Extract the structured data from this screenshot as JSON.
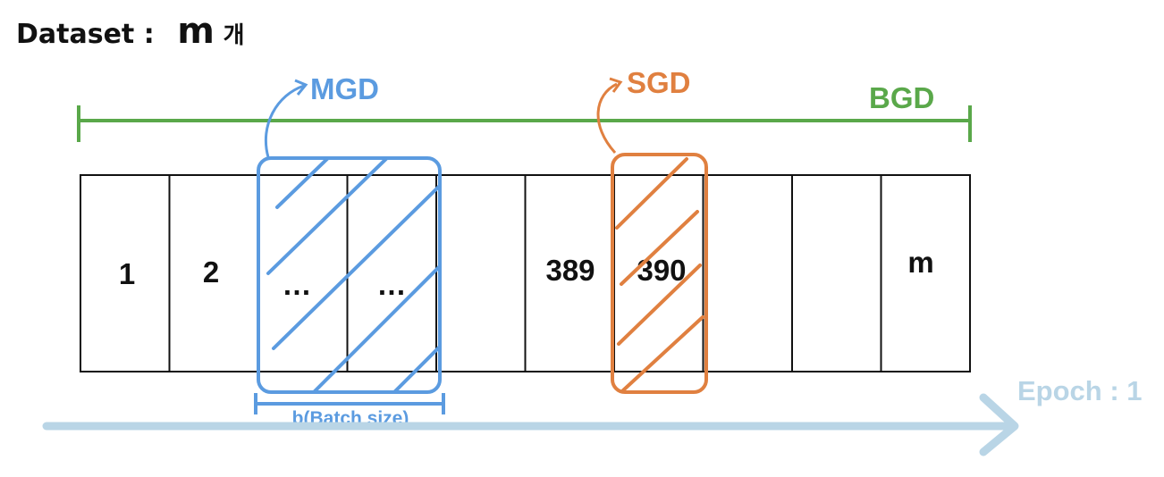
{
  "dataset_title": {
    "label": "Dataset :",
    "count": "m",
    "unit": "개"
  },
  "cells": [
    "1",
    "2",
    "…",
    "…",
    "",
    "389",
    "390",
    "",
    "",
    "m"
  ],
  "labels": {
    "bgd": "BGD",
    "mgd": "MGD",
    "sgd": "SGD",
    "batch_size": "b(Batch size)",
    "epoch": "Epoch : 1"
  },
  "colors": {
    "bgd": "#5aa84a",
    "mgd": "#5b9be0",
    "sgd": "#e08040",
    "epoch": "#b9d5e6",
    "grid": "#111111"
  }
}
